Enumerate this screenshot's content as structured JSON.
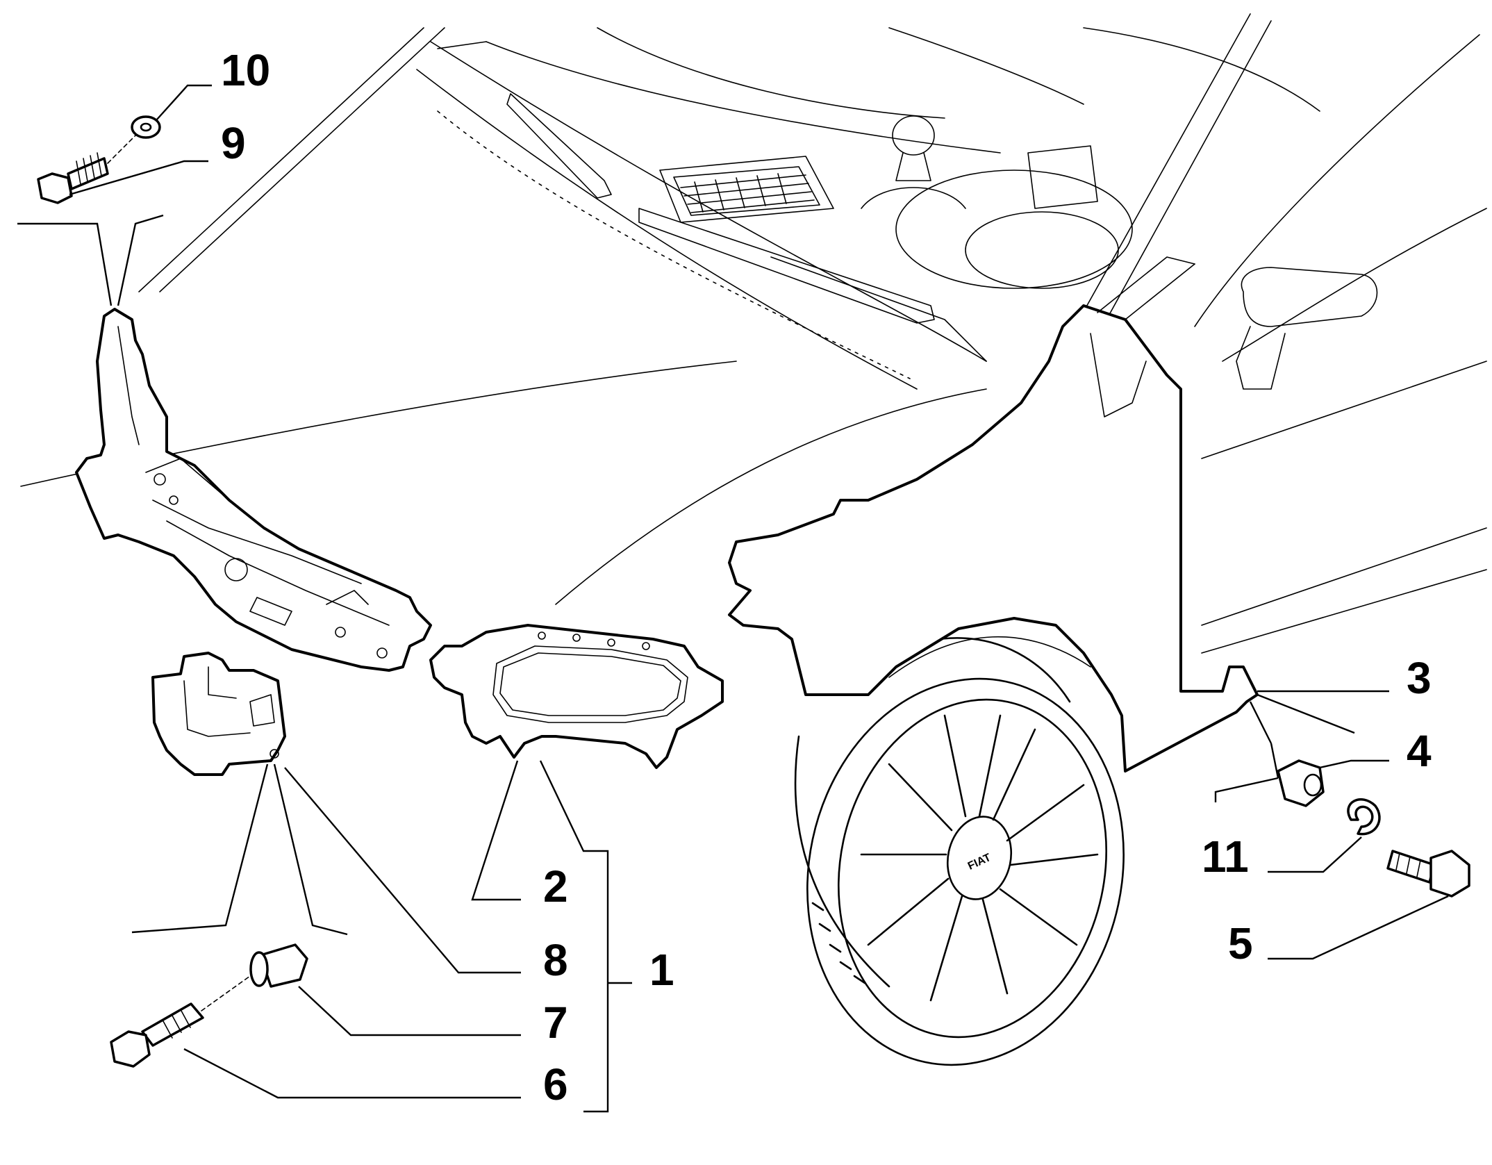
{
  "diagram": {
    "brand_badge": "FIAT",
    "callouts": [
      {
        "id": "callout-1",
        "label": "1"
      },
      {
        "id": "callout-2",
        "label": "2"
      },
      {
        "id": "callout-3",
        "label": "3"
      },
      {
        "id": "callout-4",
        "label": "4"
      },
      {
        "id": "callout-5",
        "label": "5"
      },
      {
        "id": "callout-6",
        "label": "6"
      },
      {
        "id": "callout-7",
        "label": "7"
      },
      {
        "id": "callout-8",
        "label": "8"
      },
      {
        "id": "callout-9",
        "label": "9"
      },
      {
        "id": "callout-10",
        "label": "10"
      },
      {
        "id": "callout-11",
        "label": "11"
      }
    ]
  }
}
